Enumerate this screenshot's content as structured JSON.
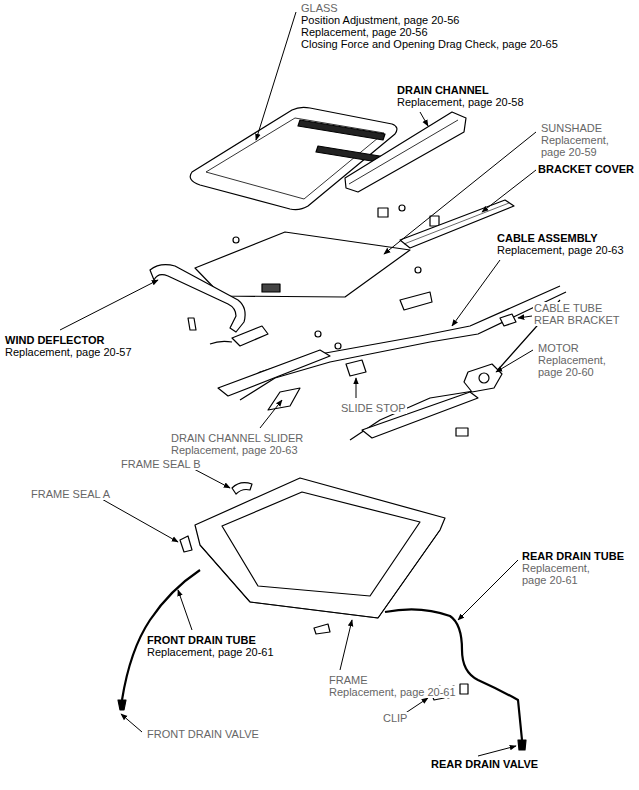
{
  "diagram": {
    "labels": [
      "GLASS",
      "Position Adjustment, page 20-56",
      "Replacement, page 20-56",
      "Closing Force and Opening Drag Check, page 20-65",
      "DRAIN CHANNEL",
      "Replacement, page 20-58",
      "SUNSHADE",
      "Replacement, page 20-59",
      "BRACKET COVER",
      "CABLE ASSEMBLY",
      "Replacement, page 20-63",
      "CABLE TUBE REAR BRACKET",
      "MOTOR",
      "Replacement, page 20-60",
      "WIND DEFLECTOR",
      "Replacement, page 20-57",
      "SLIDE STOP",
      "DRAIN CHANNEL SLIDER",
      "Replacement, page 20-63",
      "FRAME SEAL B",
      "FRAME SEAL A",
      "REAR DRAIN TUBE",
      "Replacement, page 20-61",
      "FRONT DRAIN TUBE",
      "Replacement, page 20-61",
      "FRAME",
      "Replacement, page 20-61",
      "FRONT DRAIN VALVE",
      "CLIP",
      "REAR DRAIN VALVE"
    ]
  }
}
